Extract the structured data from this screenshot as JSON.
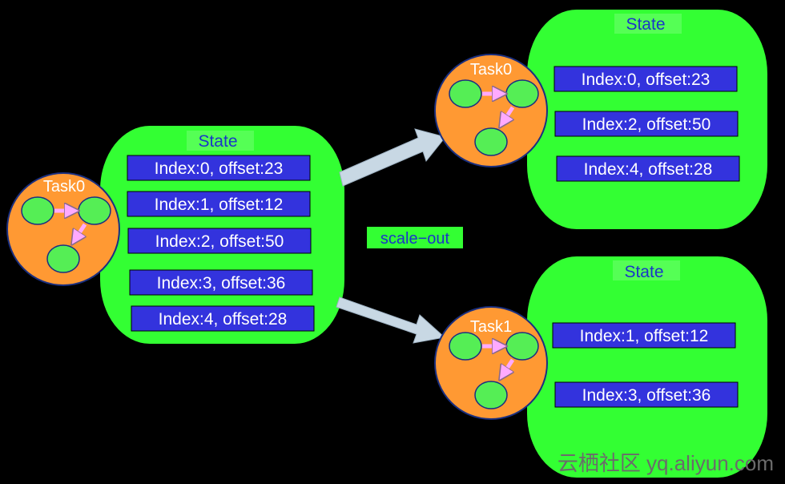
{
  "colors": {
    "background": "#000000",
    "state_fill": "#33ff33",
    "state_title_bg": "#55ff55",
    "entry_fill": "#3333dd",
    "task_fill": "#ff9933",
    "node_fill": "#55ee55",
    "edge_arrow": "#ffaaff",
    "flow_arrow": "#c8d8e4"
  },
  "source": {
    "task_label": "Task0",
    "state_title": "State",
    "entries": [
      "Index:0, offset:23",
      "Index:1, offset:12",
      "Index:2, offset:50",
      "Index:3, offset:36",
      "Index:4, offset:28"
    ]
  },
  "operation_label": "scale−out",
  "targets": [
    {
      "task_label": "Task0",
      "state_title": "State",
      "entries": [
        "Index:0, offset:23",
        "Index:2, offset:50",
        "Index:4, offset:28"
      ]
    },
    {
      "task_label": "Task1",
      "state_title": "State",
      "entries": [
        "Index:1, offset:12",
        "Index:3, offset:36"
      ]
    }
  ],
  "watermark": "云栖社区 yq.aliyun.com"
}
